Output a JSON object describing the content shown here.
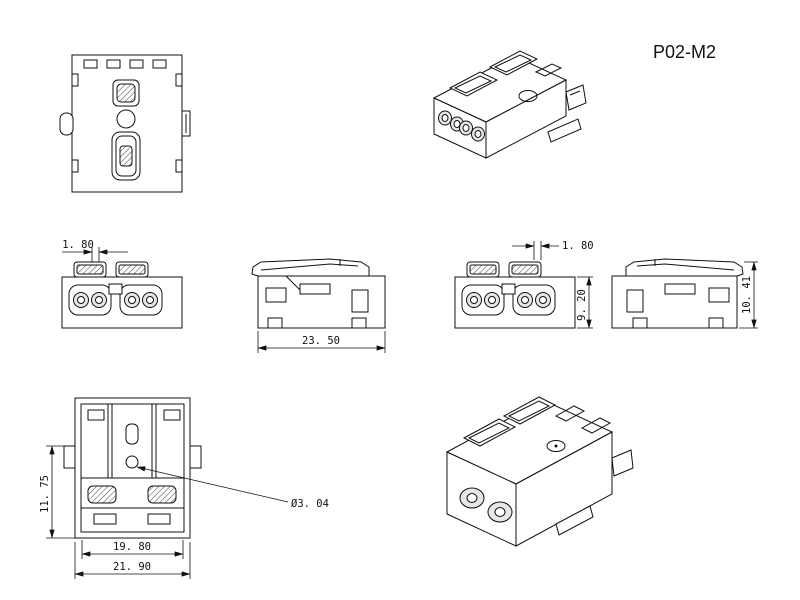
{
  "title": {
    "part_number": "P02-M2"
  },
  "colors": {
    "line": "#111111",
    "background": "#ffffff",
    "hole_shade": "#e6e6e6"
  },
  "dimensions": {
    "front_left_wall": "1. 80",
    "side_length": "23. 50",
    "front_right_wall": "1. 80",
    "body_height": "9. 20",
    "overall_height": "10. 41",
    "bottom_depth": "11. 75",
    "hole_diameter": "Ø3. 04",
    "mount_width": "19. 80",
    "overall_width": "21. 90"
  }
}
